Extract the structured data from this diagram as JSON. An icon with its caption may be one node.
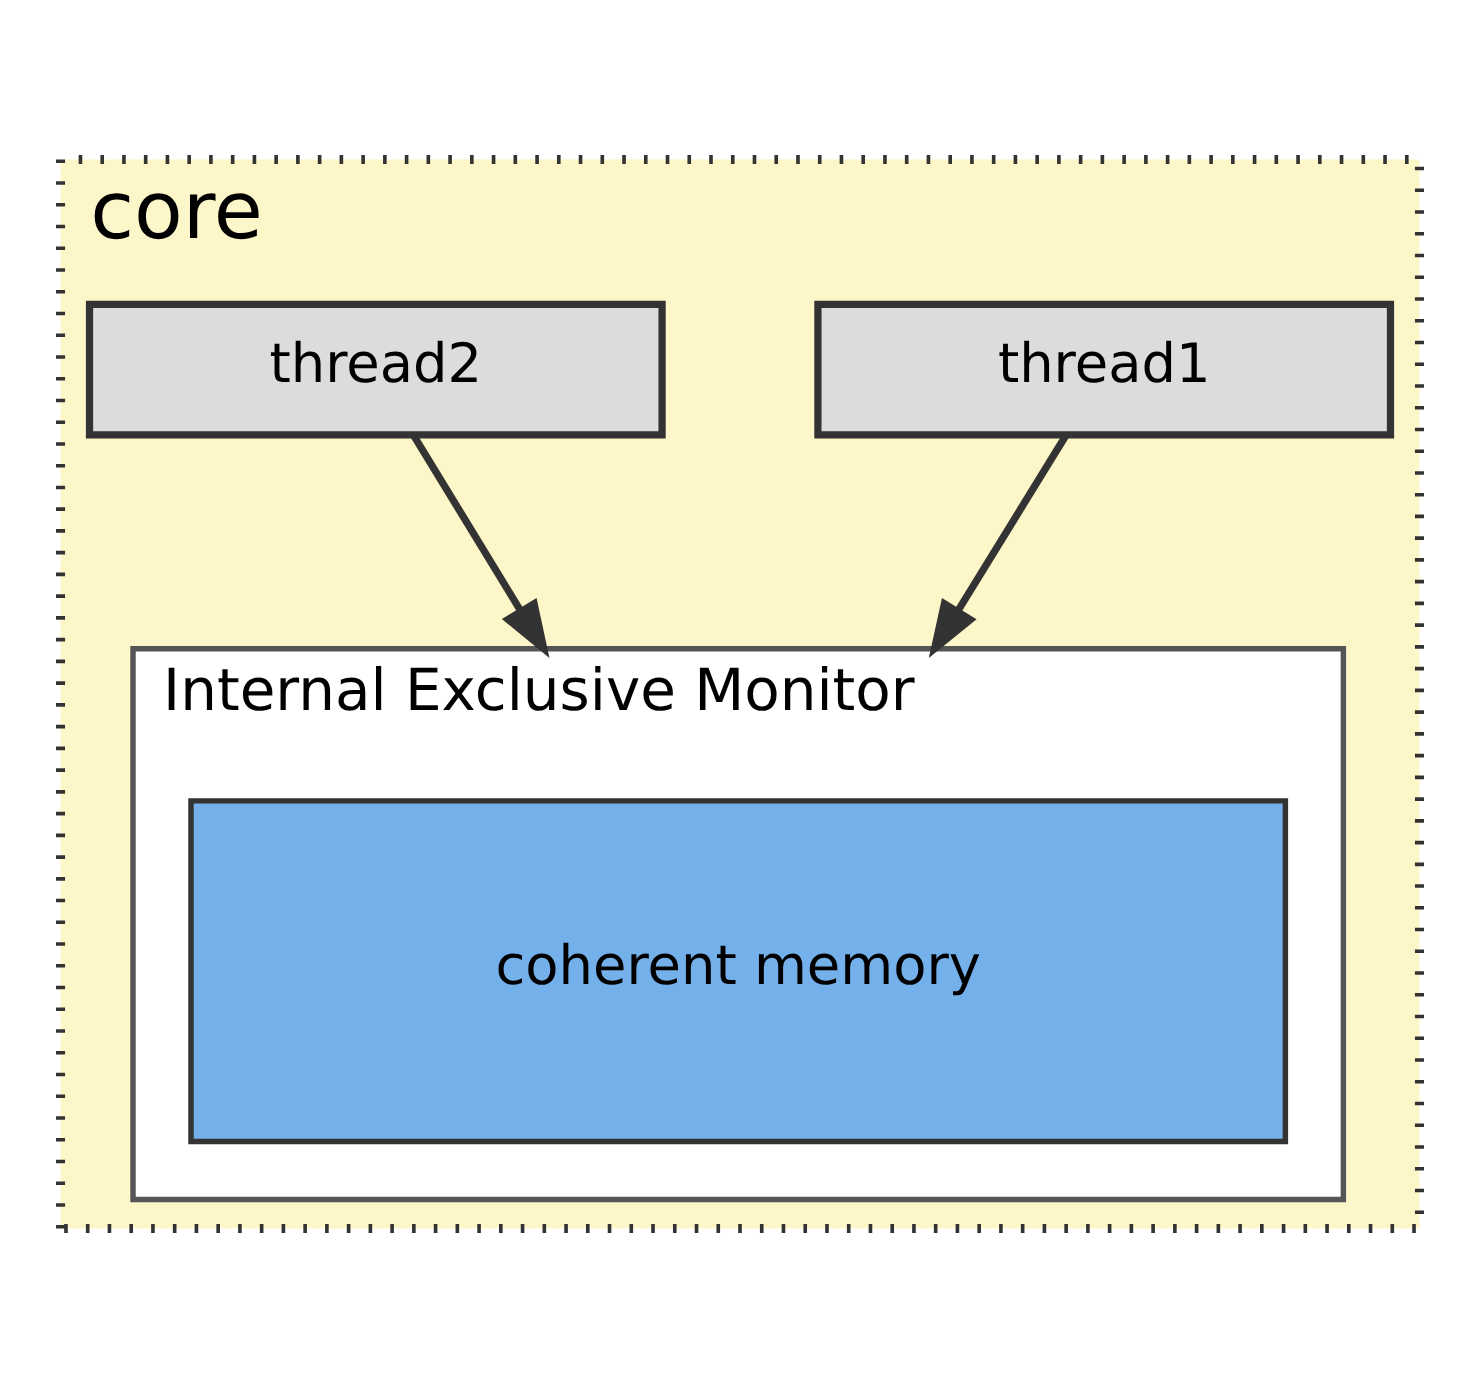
{
  "diagram": {
    "nodes": [
      {
        "text": [
          "core"
        ]
      },
      {
        "text": [
          "thread1"
        ],
        "in": 0
      },
      {
        "text": [
          "thread2"
        ],
        "in": 0
      },
      {
        "text": [
          "Internal Exclusive Monitor"
        ],
        "in": 0
      },
      {
        "text": [
          "coherent memory"
        ],
        "in": 3
      }
    ],
    "edges": [
      {
        "from": 1,
        "to": 3,
        "arrow": "to"
      },
      {
        "from": 2,
        "to": 3,
        "arrow": "to"
      }
    ]
  }
}
